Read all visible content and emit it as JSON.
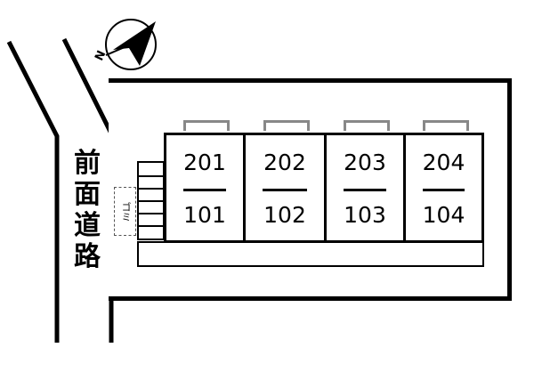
{
  "road_label": "前面道路",
  "garbage_label": "ゴミ",
  "units": [
    {
      "upper": "201",
      "lower": "101"
    },
    {
      "upper": "202",
      "lower": "102"
    },
    {
      "upper": "203",
      "lower": "103"
    },
    {
      "upper": "204",
      "lower": "104"
    }
  ],
  "compass": {
    "direction_letter": "N",
    "icon": "north-arrow-icon"
  }
}
